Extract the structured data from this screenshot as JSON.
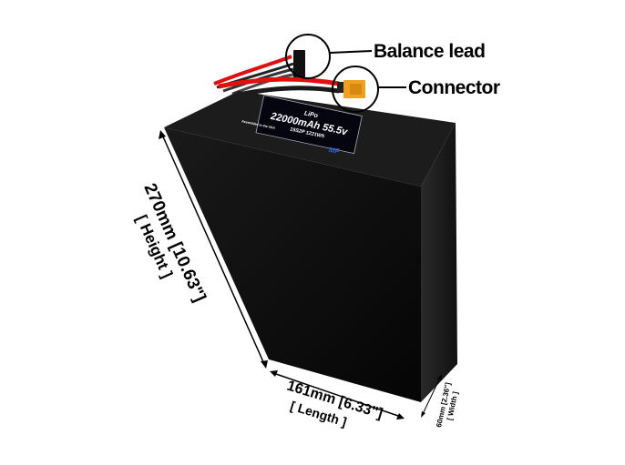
{
  "callouts": {
    "balance_lead": "Balance lead",
    "connector": "Connector"
  },
  "battery_label": {
    "chemistry": "LiPo",
    "capacity_voltage": "22000mAh 55.5v",
    "config_energy": "15S2P 1221Wh",
    "assembled": "Assembled in the USA"
  },
  "dimensions": {
    "height": "270mm [10.63\"]",
    "height_label": "[ Height ]",
    "length": "161mm [6.33\"]",
    "length_label": "[ Length ]",
    "width": "60mm [2.36\"]",
    "width_label": "[ Width ]"
  },
  "colors": {
    "battery": "#0b0b0b",
    "connector": "#f0a020",
    "wire_red": "#e01010"
  }
}
